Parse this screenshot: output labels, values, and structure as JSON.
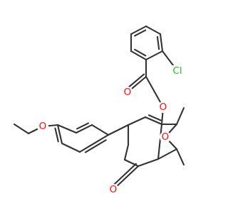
{
  "molecule": {
    "atom_labels": {
      "ester_O": "O",
      "carbonyl_O": "O",
      "Cl": "Cl",
      "ether_O": "O",
      "furan_O": "O",
      "ketone_O": "O"
    },
    "colors": {
      "bond": "#333333",
      "oxygen": "#ff0d0d",
      "chlorine": "#1fc41f"
    }
  }
}
